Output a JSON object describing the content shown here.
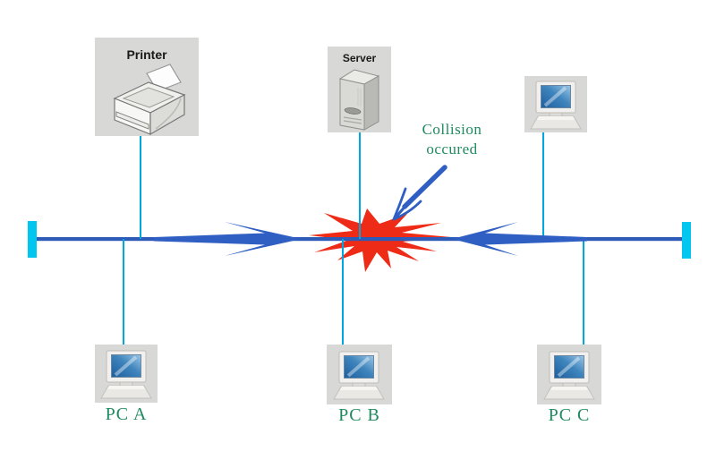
{
  "diagram": {
    "type": "bus-network-collision-diagram",
    "devices": [
      {
        "id": "printer",
        "label": "Printer"
      },
      {
        "id": "server",
        "label": "Server"
      },
      {
        "id": "workstation-top-right",
        "label": ""
      },
      {
        "id": "pc-a",
        "label": "PC A"
      },
      {
        "id": "pc-b",
        "label": "PC B"
      },
      {
        "id": "pc-c",
        "label": "PC C"
      }
    ],
    "annotation": {
      "lines": [
        "Collision",
        "occured"
      ]
    },
    "colors": {
      "bus_cable": "#2e5bb7",
      "traffic_arrows": "#2f5fc2",
      "drop_cables": "#00a7e1",
      "terminators": "#00c6f0",
      "collision_burst": "#ee2b16",
      "annotation_text": "#1f8a5f",
      "device_label_text": "#1a1a1a",
      "device_box_background": "#d8d8d6",
      "screen_blue": "#3f85bd"
    }
  }
}
